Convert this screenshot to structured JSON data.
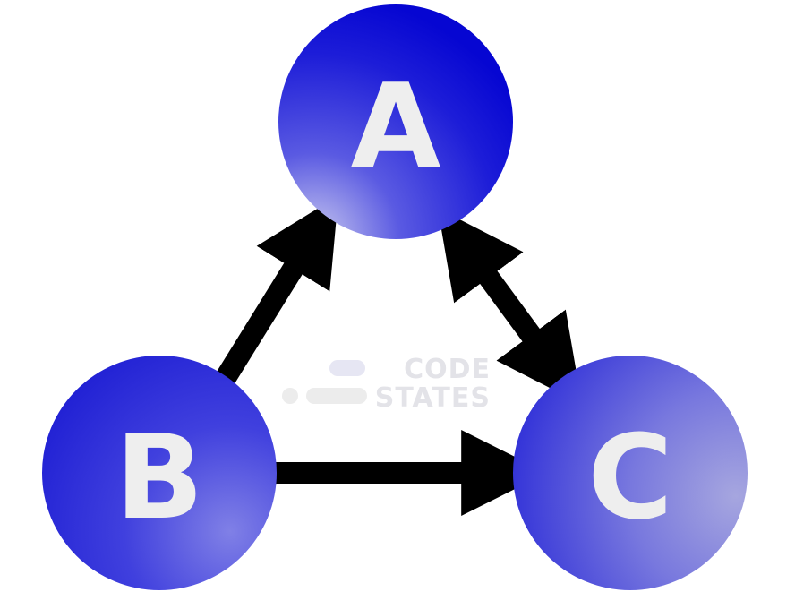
{
  "nodes": [
    {
      "id": "A",
      "label": "A"
    },
    {
      "id": "B",
      "label": "B"
    },
    {
      "id": "C",
      "label": "C"
    }
  ],
  "edges": [
    {
      "from": "B",
      "to": "A",
      "direction": "forward"
    },
    {
      "from": "B",
      "to": "C",
      "direction": "forward"
    },
    {
      "from": "A",
      "to": "C",
      "direction": "both"
    }
  ],
  "watermark": {
    "line1": "CODE",
    "line2": "STATES"
  },
  "colors": {
    "node_dark": "#0a0ad6",
    "node_mid": "#4a4ae0",
    "node_light": "#a8a8e8",
    "edge": "#000000",
    "label": "#eeeeee",
    "watermark": "#e3e3e8"
  }
}
